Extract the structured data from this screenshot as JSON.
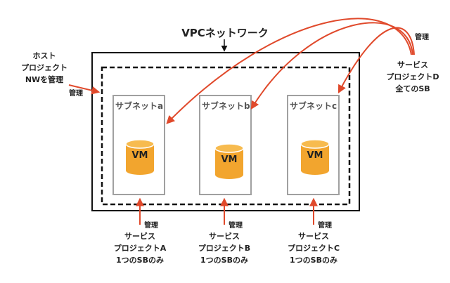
{
  "diagram": {
    "title": "VPCネットワーク",
    "colors": {
      "arrow": "#e0492b",
      "vm": "#f2a52e",
      "vm_top": "#f7bb4f",
      "subnet_border": "#a0a0a0"
    },
    "host_project": {
      "lines": [
        "ホスト",
        "プロジェクト",
        "NWを管理"
      ],
      "manage_label": "管理"
    },
    "subnets": [
      {
        "name": "サブネットa",
        "vm_label": "VM"
      },
      {
        "name": "サブネットb",
        "vm_label": "VM"
      },
      {
        "name": "サブネットc",
        "vm_label": "VM"
      }
    ],
    "bottom_projects": [
      {
        "manage_label": "管理",
        "lines": [
          "サービス",
          "プロジェクトA",
          "1つのSBのみ"
        ]
      },
      {
        "manage_label": "管理",
        "lines": [
          "サービス",
          "プロジェクトB",
          "1つのSBのみ"
        ]
      },
      {
        "manage_label": "管理",
        "lines": [
          "サービス",
          "プロジェクトC",
          "1つのSBのみ"
        ]
      }
    ],
    "project_d": {
      "manage_label": "管理",
      "lines": [
        "サービス",
        "プロジェクトD",
        "全てのSB"
      ]
    }
  }
}
